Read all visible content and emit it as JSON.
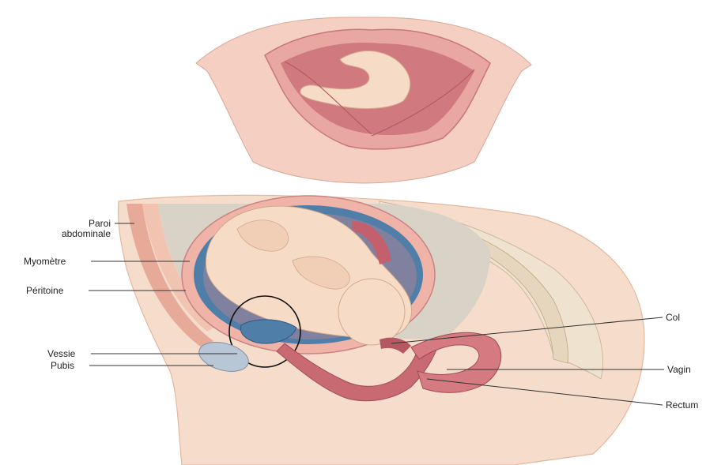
{
  "labels": {
    "paroi_abdominale_line1": "Paroi",
    "paroi_abdominale_line2": "abdominale",
    "myometre": "Myomètre",
    "peritoine": "Péritoine",
    "vessie": "Vessie",
    "pubis": "Pubis",
    "col": "Col",
    "vagin": "Vagin",
    "rectum": "Rectum"
  },
  "colors": {
    "skin": "#f3d2b8",
    "skin_dark": "#e3ad8f",
    "uterus_inner": "#d9868c",
    "uterus_wall": "#efb3a8",
    "amniotic_blue": "#4f7ea8",
    "fetus": "#f6dcc6",
    "bladder": "#b9c6d6",
    "bone": "#ede2cf",
    "leader_line": "#333333"
  }
}
